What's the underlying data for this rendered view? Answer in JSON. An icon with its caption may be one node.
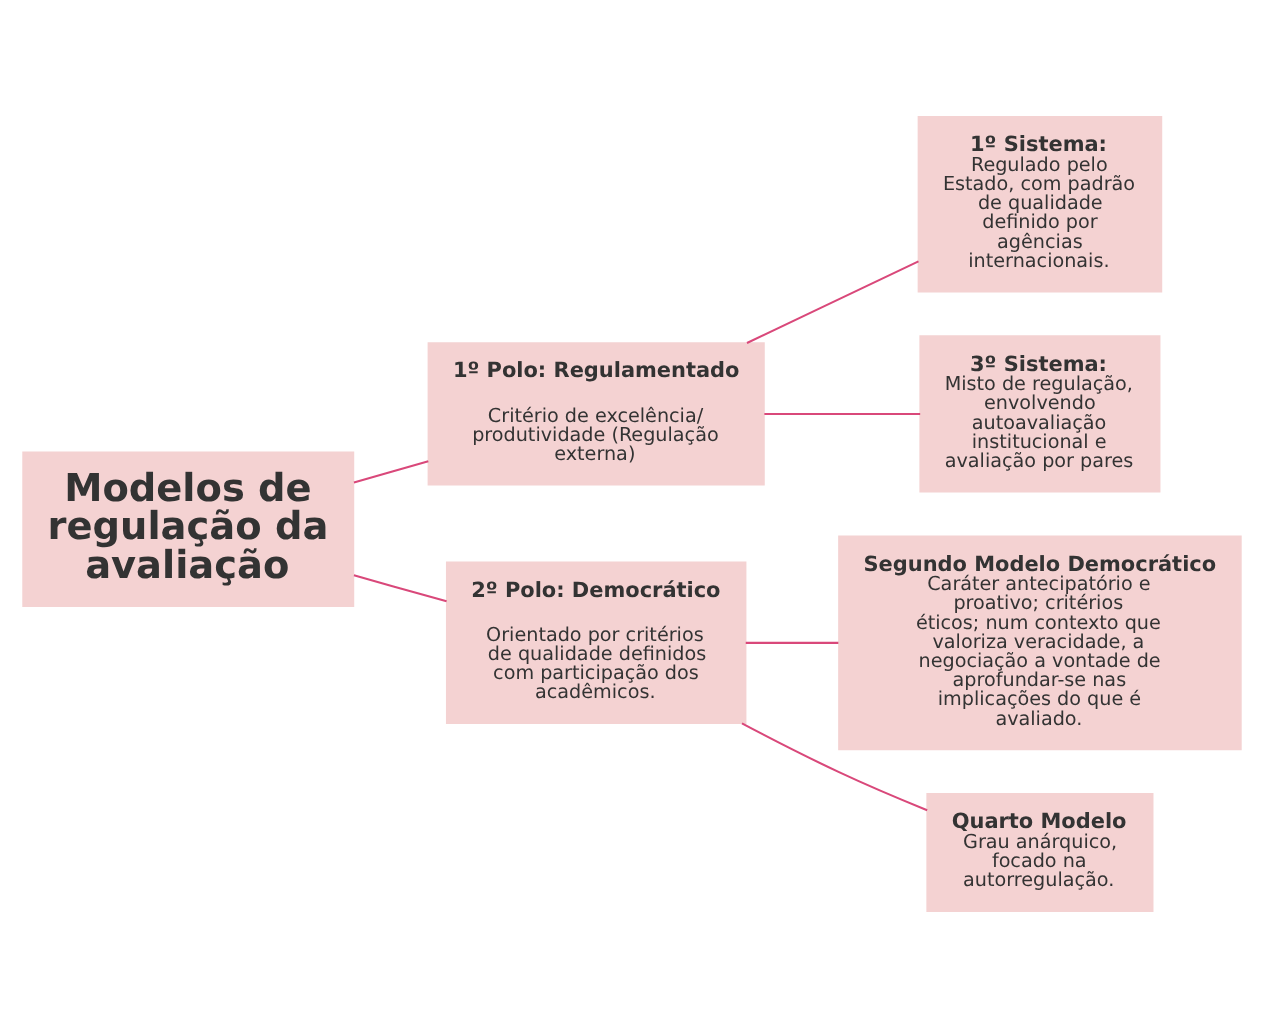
{
  "diagram": {
    "nodes": [
      {
        "text": [
          "Modelos de regulação da avaliação"
        ]
      },
      {
        "text": [
          "1º Polo: Regulamentado",
          "Critério de excelência/ produtividade (Regulação externa)"
        ]
      },
      {
        "text": [
          "2º Polo: Democrático",
          "Orientado por critérios de qualidade definidos com participação dos acadêmicos."
        ]
      },
      {
        "text": [
          "1º Sistema:",
          "Regulado pelo Estado, com padrão de qualidade definido por agências internacionais."
        ]
      },
      {
        "text": [
          "3º Sistema:",
          "Misto de regulação, envolvendo autoavaliação institucional e avaliação por pares"
        ]
      },
      {
        "text": [
          "Segundo Modelo Democrático",
          "Caráter antecipatório e proativo; critérios éticos; num contexto que valoriza veracidade, a negociação a vontade de aprofundar-se nas implicações do que é avaliado."
        ]
      },
      {
        "text": [
          "Quarto Modelo",
          "Grau anárquico, focado na autorregulação."
        ]
      }
    ],
    "edges": [
      {
        "from": 0,
        "to": 1,
        "arrow": "none"
      },
      {
        "from": 0,
        "to": 2,
        "arrow": "none"
      },
      {
        "from": 1,
        "to": 3,
        "arrow": "none"
      },
      {
        "from": 1,
        "to": 4,
        "arrow": "none"
      },
      {
        "from": 2,
        "to": 5,
        "arrow": "none"
      },
      {
        "from": 2,
        "to": 6,
        "arrow": "none"
      }
    ]
  }
}
